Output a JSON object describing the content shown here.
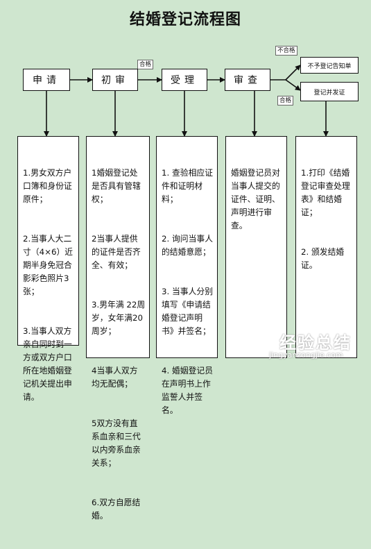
{
  "title": "结婚登记流程图",
  "stages": {
    "apply": "申请",
    "initial_review": "初审",
    "accept": "受理",
    "examine": "审查"
  },
  "outcomes": {
    "reject": "不予登记告知单",
    "approve": "登记并发证"
  },
  "labels": {
    "pass_1": "合格",
    "fail": "不合格",
    "pass_2": "合格"
  },
  "columns": {
    "apply": [
      "1.男女双方户口簿和身份证原件；",
      "2.当事人大二寸（4×6）近期半身免冠合影彩色照片3张；",
      "3.当事人双方亲自同时到一方或双方户口所在地婚姻登记机关提出申请。"
    ],
    "initial_review": [
      "1婚姻登记处是否具有管辖权；",
      "2当事人提供的证件是否齐全、有效；",
      "3.男年满 22周岁，女年满20周岁；",
      "4当事人双方均无配偶；",
      "5双方没有直系血亲和三代以内旁系血亲关系；",
      "6.双方自愿结婚。"
    ],
    "accept": [
      "1. 查验相应证件和证明材料；",
      "2. 询问当事人的结婚意愿；",
      "3. 当事人分别填写《申请结婚登记声明书》并签名；",
      "4. 婚姻登记员在声明书上作监誓人并签名。"
    ],
    "examine": [
      "婚姻登记员对当事人提交的证件、证明、声明进行审查。"
    ],
    "issue": [
      "1.打印《结婚登记审查处理表》和结婚证；",
      "2. 颁发结婚证。"
    ]
  },
  "watermark": {
    "brand": "经验总结",
    "url": "jingyanzongjie.com"
  }
}
